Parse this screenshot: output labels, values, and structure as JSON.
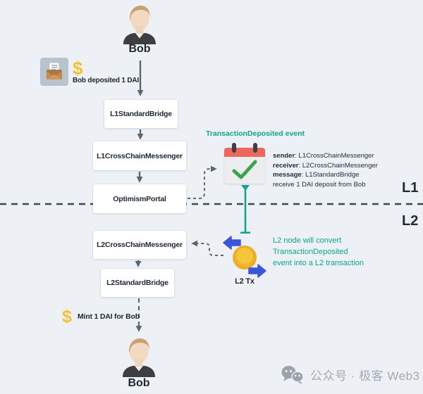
{
  "actors": {
    "top": "Bob",
    "bottom": "Bob"
  },
  "deposit": {
    "dollar": "$",
    "label": "Bob deposited 1 DAI"
  },
  "nodes": {
    "l1_standard_bridge": "L1StandardBridge",
    "l1_cross_chain_messenger": "L1CrossChainMessenger",
    "optimism_portal": "OptimismPortal",
    "l2_cross_chain_messenger": "L2CrossChainMessenger",
    "l2_standard_bridge": "L2StandardBridge"
  },
  "event": {
    "title": "TransactionDeposited event",
    "sender_label": "sender",
    "sender_value": ": L1CrossChainMessenger",
    "receiver_label": "receiver",
    "receiver_value": ": L2CrossChainMessenger",
    "message_label": "message",
    "message_value": ": L1StandardBridge",
    "message_cont": "receive 1 DAI deposit from Bob"
  },
  "layers": {
    "l1": "L1",
    "l2": "L2"
  },
  "l2_note": {
    "lines": [
      "L2 node will convert",
      "TransactionDeposited",
      "event into a L2 transaction"
    ]
  },
  "l2_tx": {
    "label": "L2 Tx"
  },
  "mint": {
    "dollar": "$",
    "label": "Mint 1 DAI for Bob"
  },
  "watermark": {
    "text": "公众号 · 极客 Web3"
  },
  "colors": {
    "background": "#edf1f5",
    "teal": "#0ba58c",
    "blue": "#3a57d9",
    "gold": "#f3b72e",
    "calendar_red": "#ec685c",
    "check_green": "#3aa550",
    "arrow_gray": "#5c6670",
    "divider_dark": "#3e4956"
  }
}
